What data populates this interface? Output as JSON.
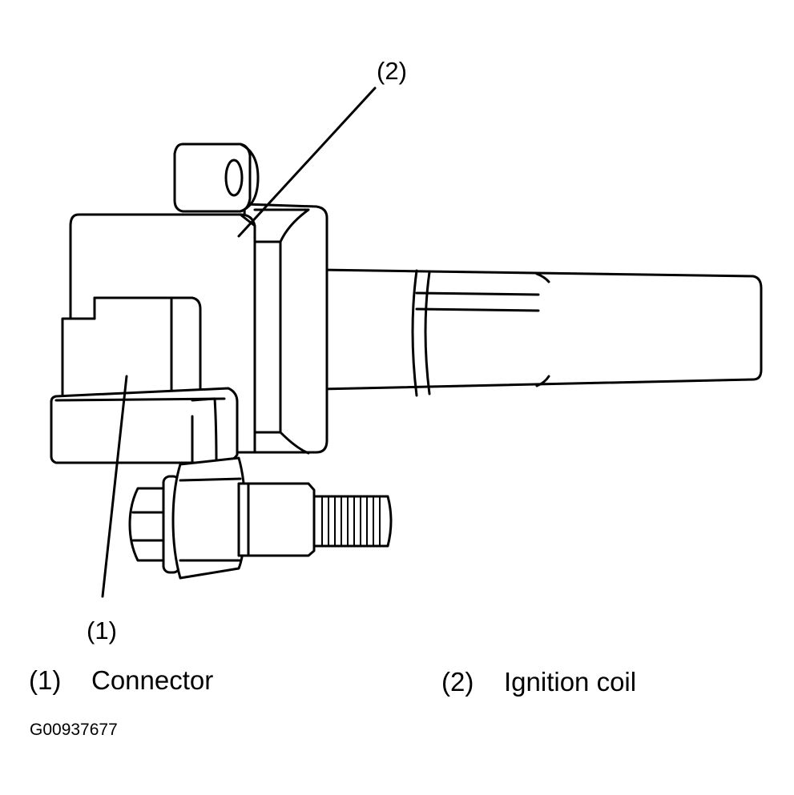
{
  "callouts": {
    "top": "(2)",
    "bottom": "(1)"
  },
  "legend": [
    {
      "number": "(1)",
      "label": "Connector"
    },
    {
      "number": "(2)",
      "label": "Ignition coil"
    }
  ],
  "figure_code": "G00937677"
}
